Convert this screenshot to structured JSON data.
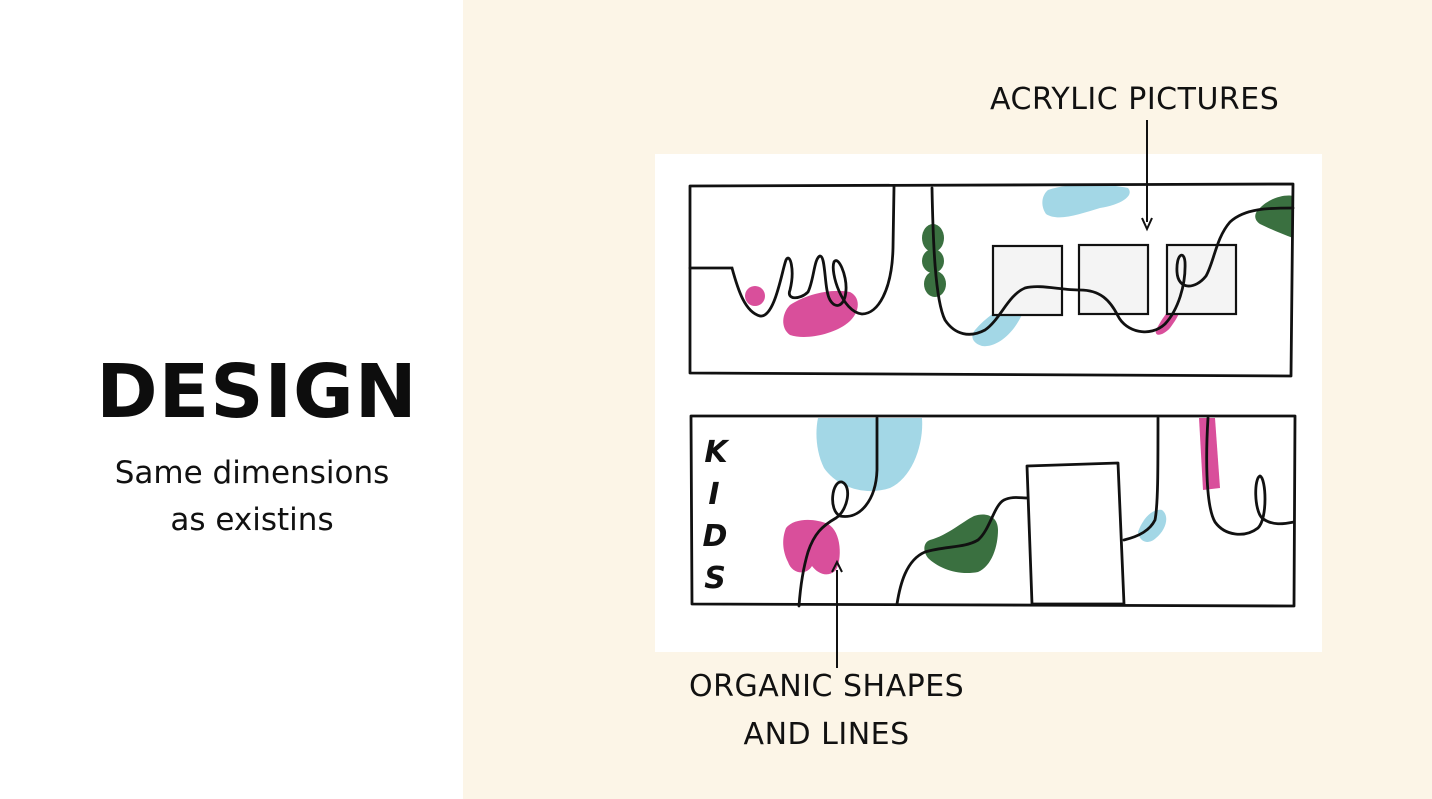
{
  "slide": {
    "title": "DESIGN",
    "subtitle_lines": [
      "Same dimensions",
      "as existins"
    ]
  },
  "annotations": {
    "top_label": "ACRYLIC PICTURES",
    "bottom_label_lines": [
      "ORGANIC SHAPES",
      "AND LINES"
    ]
  },
  "sketch": {
    "wall_text": "KIDS",
    "wall_letters": [
      "K",
      "I",
      "D",
      "S"
    ]
  },
  "colors": {
    "background_right": "#fcf5e7",
    "pink": "#d94f9b",
    "blue": "#a3d7e6",
    "green": "#3a7040",
    "line": "#111111"
  }
}
